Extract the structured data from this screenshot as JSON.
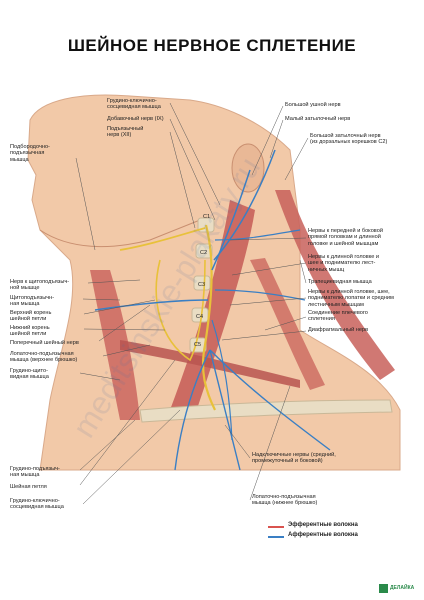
{
  "title": "ШЕЙНОЕ НЕРВНОЕ СПЛЕТЕНИЕ",
  "labels_left": [
    "Подбородочно-\nподъязычная\nмышца",
    "Нерв к щитоподъязыч-\nной мышце",
    "Щитоподъязычн-\nная мышца",
    "Верхний корень\nшейной петли",
    "Нижний корень\nшейной петли",
    "Поперечный шейный нерв",
    "Лопаточно-подъязычная\nмышца (верхнее брюшко)",
    "Грудино-щито-\nвидная мышца",
    "Грудино-подъязыч-\nная мышца",
    "Шейная петля",
    "Грудино-ключично-\nсосцевидная мышца"
  ],
  "labels_top": [
    "Грудино-ключично-\nсосцевидная мышца",
    "Добавочный нерв (IX)",
    "Подъязычный\nнерв (XII)"
  ],
  "labels_right": [
    "Большой ушной нерв",
    "Малый затылочный нерв",
    "Большой затылочный нерв\n(из дорзальных корешков C2)",
    "Нервы к передней и боковой\nпрямой головкам и длинной\nголовке и шейной мышцам",
    "Нервы к длинной головке и\nшее и поднимателю лест-\nничных мышц",
    "Трапециевидная мышца",
    "Нервы к длинной головке, шее,\nподнимателю лопатки и средним\nлестничным мышцам",
    "Соединение плечевого\nсплетения",
    "Диафрагмальный нерв"
  ],
  "labels_bottom": [
    "Надключичные нервы (средний,\nпромежуточный и боковой)",
    "Лопаточно-подъязычная\nмышца (нижнее брюшко)"
  ],
  "vertebra_labels": [
    "C1",
    "C2",
    "C3",
    "C4",
    "C5"
  ],
  "legend": [
    {
      "label": "Эфферентные волокна",
      "color": "#d9534f"
    },
    {
      "label": "Афферентные волокна",
      "color": "#3a7fc4"
    }
  ],
  "colors": {
    "skin": "#f2c9a8",
    "muscle": "#c8605a",
    "nerve_yellow": "#e8c13a",
    "nerve_blue": "#3a7fc4",
    "bone": "#e9ddc4"
  },
  "watermark": "meditsinskie-plakaty.ru",
  "publisher_logo": "ДЕЛАЙКА"
}
